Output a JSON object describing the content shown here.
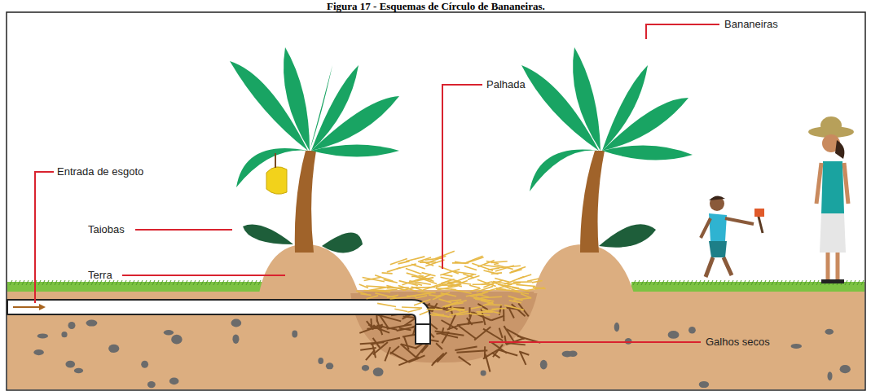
{
  "diagram": {
    "title": "Figura 17 - Esquemas de Círculo de Bananeiras.",
    "labels": [
      "Bananeiras",
      "Palhada",
      "Entrada de esgoto",
      "Taiobas",
      "Terra",
      "Galhos secos"
    ]
  }
}
